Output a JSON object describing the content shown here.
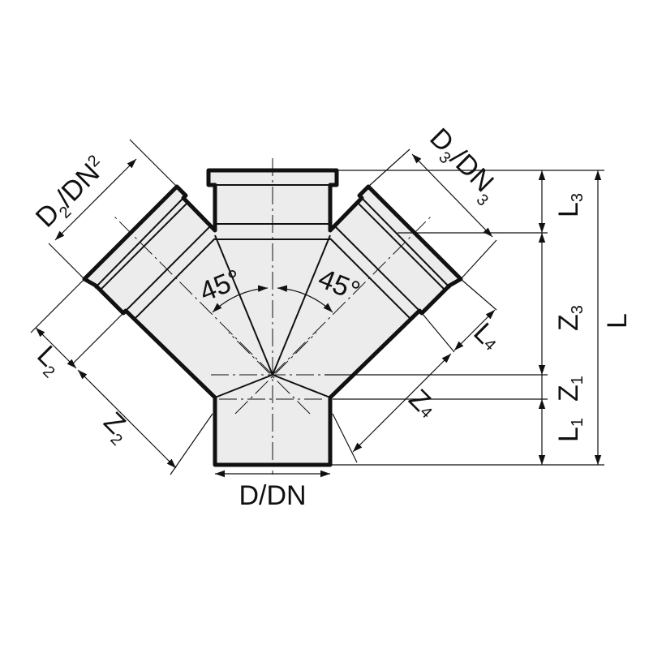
{
  "diagram": {
    "fill_color": "#ececec",
    "line_color": "#111111",
    "labels": {
      "d_dn": "D/DN",
      "d2": {
        "a": "D",
        "s1": "2",
        "b": "/DN",
        "s2": "2"
      },
      "d3": {
        "a": "D",
        "s1": "3",
        "b": "/DN",
        "s2": "3"
      },
      "l2": {
        "a": "L",
        "s": "2"
      },
      "z2": {
        "a": "Z",
        "s": "2"
      },
      "l4": {
        "a": "L",
        "s": "4"
      },
      "z4": {
        "a": "Z",
        "s": "4"
      },
      "l3": {
        "a": "L",
        "s": "3"
      },
      "z3": {
        "a": "Z",
        "s": "3"
      },
      "z1": {
        "a": "Z",
        "s": "1"
      },
      "l1": {
        "a": "L",
        "s": "1"
      },
      "l": "L",
      "angle_left": "45°",
      "angle_right": "45°"
    }
  }
}
